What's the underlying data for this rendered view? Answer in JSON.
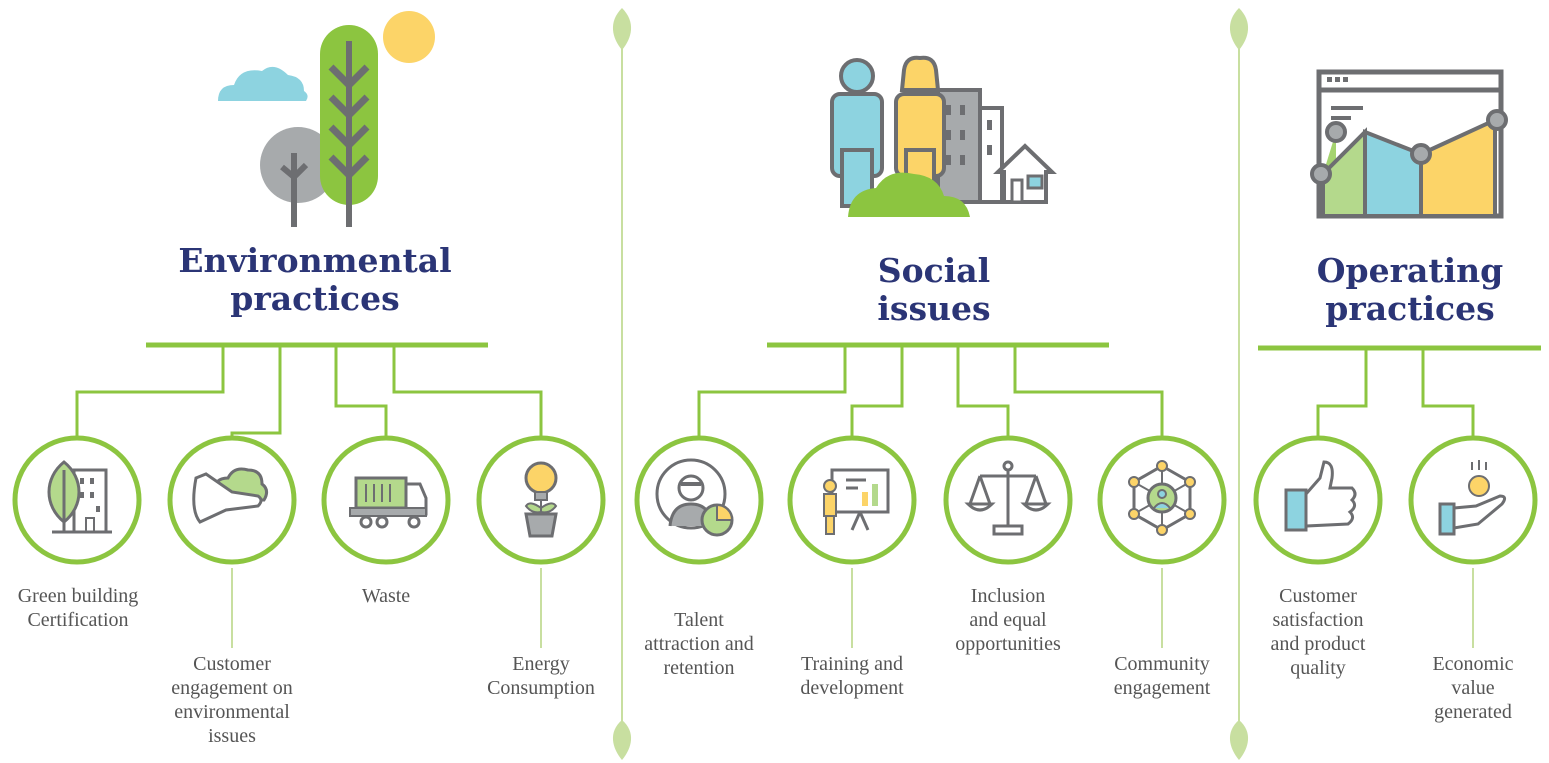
{
  "colors": {
    "title": "#2b3576",
    "line": "#8cc540",
    "light_line": "#c8dfa0",
    "text": "#555555",
    "gray": "#8a8c8f",
    "blue": "#8dd3e0",
    "yellow": "#fcd468"
  },
  "sections": [
    {
      "id": "environmental",
      "title": [
        "Environmental",
        "practices"
      ],
      "illustration": "trees-sun-cloud-illustration",
      "items": [
        {
          "icon": "green-building-icon",
          "label": [
            "Green building",
            "Certification"
          ]
        },
        {
          "icon": "hand-cloud-icon",
          "label": [
            "Customer",
            "engagement on",
            "environmental",
            "issues"
          ]
        },
        {
          "icon": "garbage-truck-icon",
          "label": [
            "Waste"
          ]
        },
        {
          "icon": "lightbulb-plant-icon",
          "label": [
            "Energy",
            "Consumption"
          ]
        }
      ]
    },
    {
      "id": "social",
      "title": [
        "Social",
        "issues"
      ],
      "illustration": "people-city-illustration",
      "items": [
        {
          "icon": "talent-person-chart-icon",
          "label": [
            "Talent",
            "attraction and",
            "retention"
          ]
        },
        {
          "icon": "presentation-board-icon",
          "label": [
            "Training and",
            "development"
          ]
        },
        {
          "icon": "scales-of-justice-icon",
          "label": [
            "Inclusion",
            "and equal",
            "opportunities"
          ]
        },
        {
          "icon": "community-network-icon",
          "label": [
            "Community",
            "engagement"
          ]
        }
      ]
    },
    {
      "id": "operating",
      "title": [
        "Operating",
        "practices"
      ],
      "illustration": "browser-area-chart-illustration",
      "items": [
        {
          "icon": "thumbs-up-icon",
          "label": [
            "Customer",
            "satisfaction",
            "and product",
            "quality"
          ]
        },
        {
          "icon": "hand-coin-icon",
          "label": [
            "Economic",
            "value",
            "generated"
          ]
        }
      ]
    }
  ]
}
